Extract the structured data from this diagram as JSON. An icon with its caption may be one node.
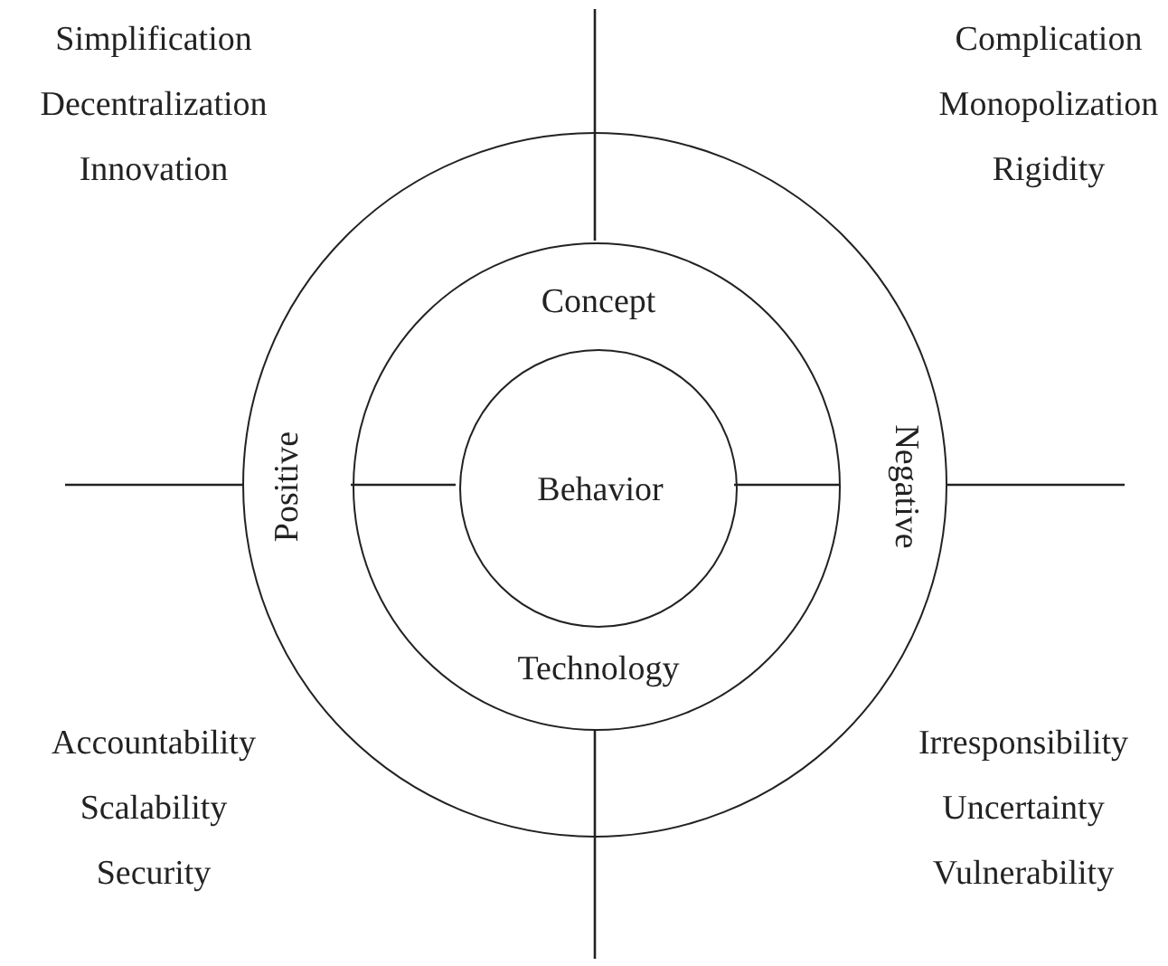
{
  "diagram": {
    "nodes": [
      {
        "text": [
          "Positive",
          "Negative"
        ]
      },
      {
        "text": [
          "Concept",
          "Technology"
        ],
        "in": 0
      },
      {
        "text": [
          "Behavior"
        ],
        "in": 1
      }
    ],
    "labels": [
      "Simplification",
      "Decentralization",
      "Innovation",
      "Complication",
      "Monopolization",
      "Rigidity",
      "Accountability",
      "Scalability",
      "Security",
      "Irresponsibility",
      "Uncertainty",
      "Vulnerability"
    ]
  }
}
